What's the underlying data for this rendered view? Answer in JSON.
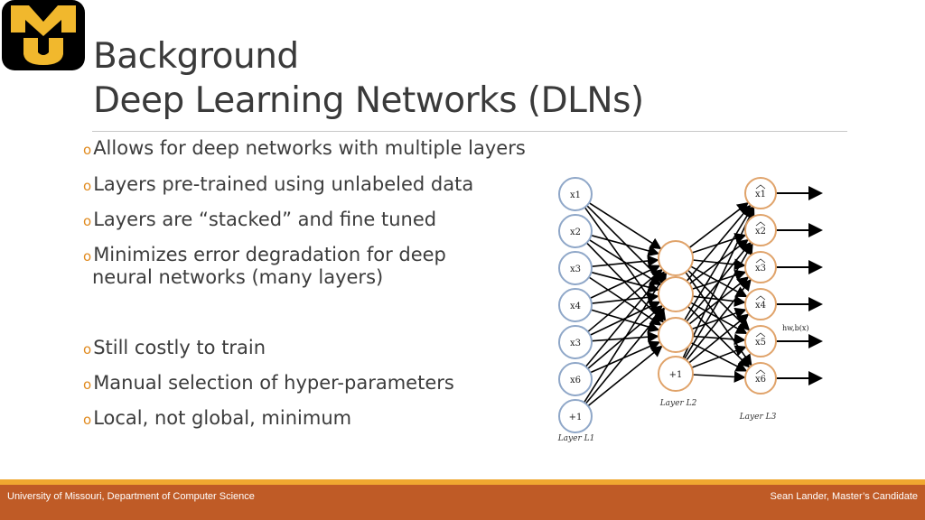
{
  "colors": {
    "accent": "#f0a830",
    "footer_bg": "#bf5b26",
    "bullet_marker": "#e08a1e",
    "logo_gold": "#f1b82d"
  },
  "logo": {
    "icon": "mizzou-mu-logo-icon",
    "text": "MU"
  },
  "title": {
    "line1": "Background",
    "line2": "Deep Learning Networks (DLNs)"
  },
  "bullets": [
    {
      "marker": "o",
      "lines": [
        "Allows for deep networks with multiple layers"
      ]
    },
    {
      "marker": "o",
      "lines": [
        "Layers pre-trained using unlabeled data"
      ]
    },
    {
      "marker": "o",
      "lines": [
        "Layers are “stacked” and fine tuned"
      ]
    },
    {
      "marker": "o",
      "lines": [
        "Minimizes error degradation for deep",
        "neural networks (many layers)"
      ]
    },
    {
      "marker": "o",
      "lines": [
        "Still costly to train"
      ]
    },
    {
      "marker": "o",
      "lines": [
        "Manual selection of hyper-parameters"
      ]
    },
    {
      "marker": "o",
      "lines": [
        "Local, not global, minimum"
      ]
    }
  ],
  "diagram": {
    "layer1": {
      "label": "Layer L1",
      "nodes": [
        "x1",
        "x2",
        "x3",
        "x4",
        "x3",
        "x6",
        "+1"
      ]
    },
    "layer2": {
      "label": "Layer L2",
      "nodes": [
        "",
        "",
        "",
        "+1"
      ]
    },
    "layer3": {
      "label": "Layer L3",
      "nodes": [
        "x1",
        "x2",
        "x3",
        "x4",
        "x5",
        "x6"
      ]
    },
    "output_label": "hw,b(x)"
  },
  "footer": {
    "left": "University of Missouri, Department of Computer Science",
    "right": "Sean Lander, Master’s Candidate"
  }
}
